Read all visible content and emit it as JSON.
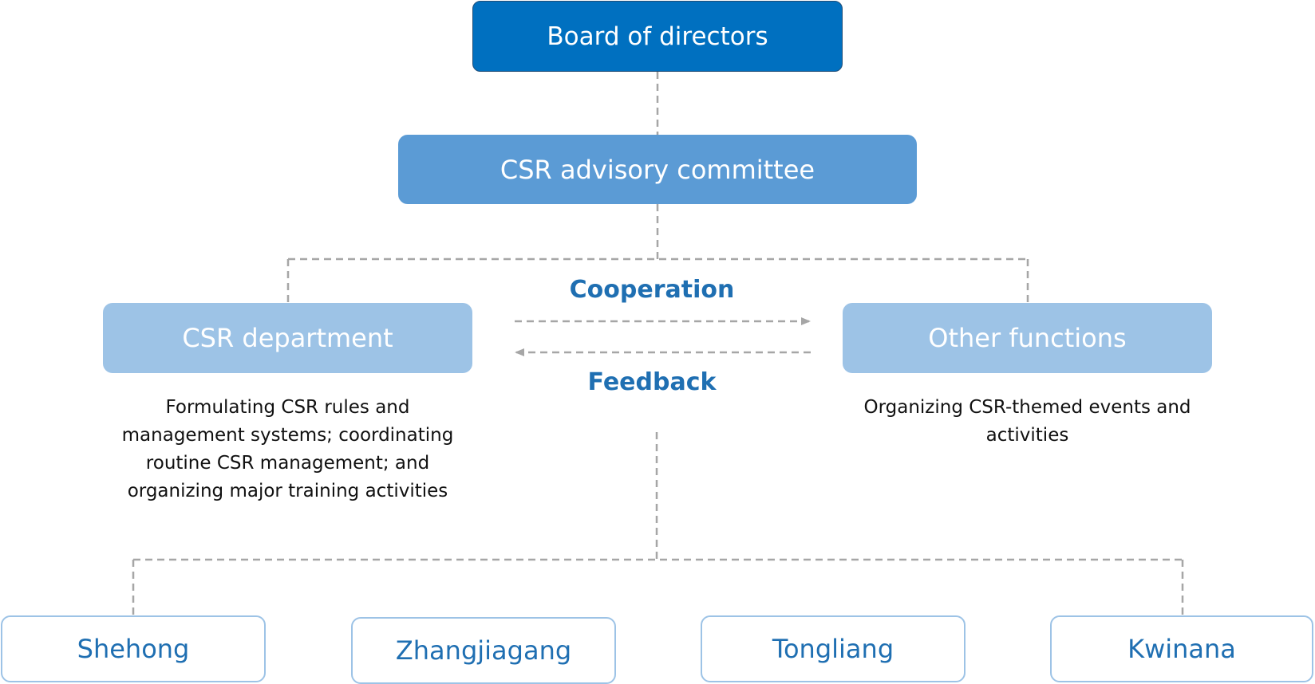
{
  "diagram": {
    "board": {
      "label": "Board of directors",
      "fill": "#0070c0",
      "text_color": "#ffffff"
    },
    "advisory_committee": {
      "label": "CSR advisory committee",
      "fill": "#5b9bd5",
      "text_color": "#ffffff"
    },
    "csr_department": {
      "label": "CSR department",
      "fill": "#9dc3e6",
      "text_color": "#ffffff",
      "description_lines": [
        "Formulating CSR rules and",
        "management systems; coordinating",
        "routine CSR management; and",
        "organizing major training activities"
      ]
    },
    "other_functions": {
      "label": "Other functions",
      "fill": "#9dc3e6",
      "text_color": "#ffffff",
      "description_lines": [
        "Organizing CSR-themed events and",
        "activities"
      ]
    },
    "relations": {
      "cooperation": "Cooperation",
      "feedback": "Feedback",
      "label_color": "#1f6fb2"
    },
    "sites": [
      {
        "label": "Shehong"
      },
      {
        "label": "Zhangjiagang"
      },
      {
        "label": "Tongliang"
      },
      {
        "label": "Kwinana"
      }
    ],
    "connector_color": "#a6a6a6",
    "connector_style": "dashed"
  }
}
